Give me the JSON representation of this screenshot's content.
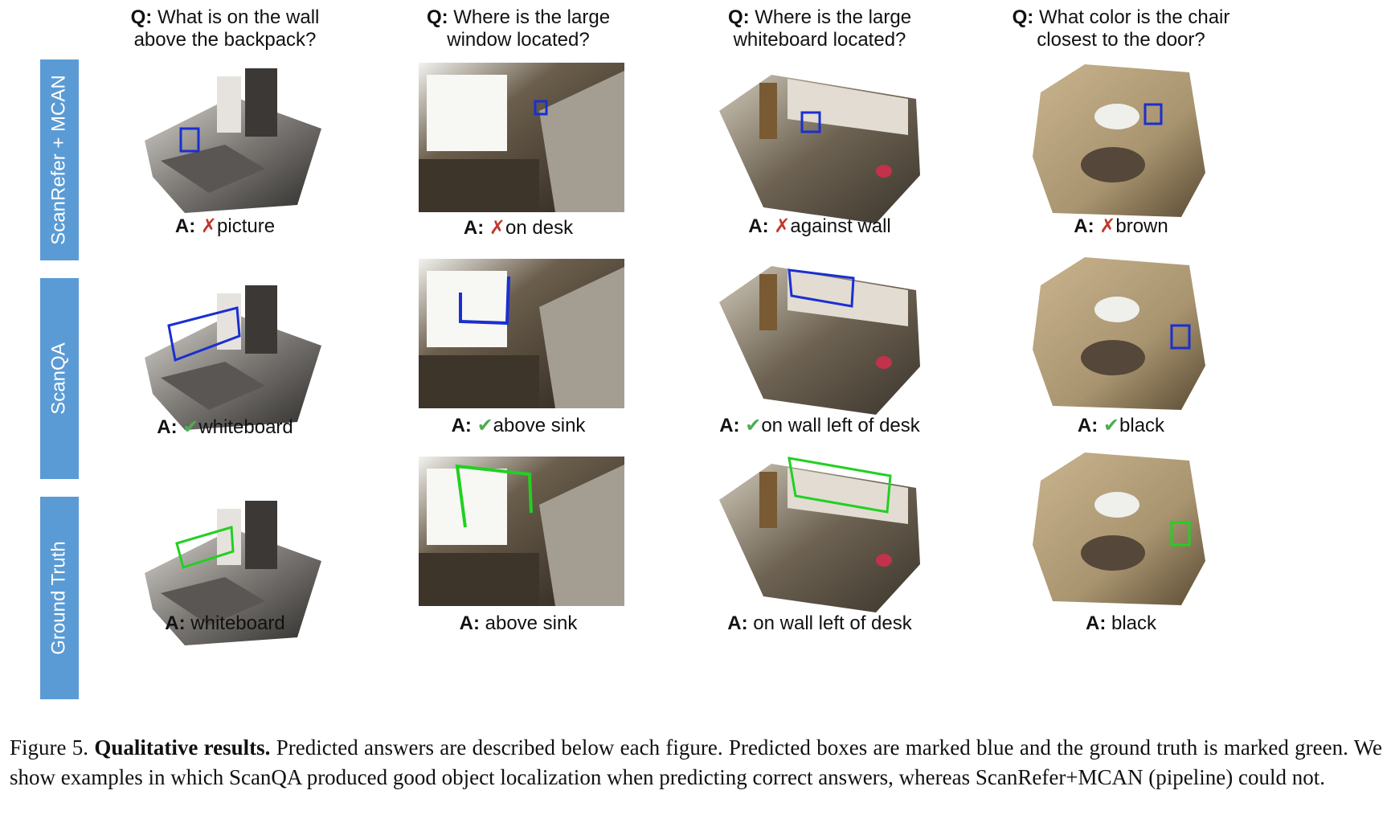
{
  "questions": [
    {
      "prefix": "Q:",
      "line1": "What is on the wall",
      "line2": "above the backpack?"
    },
    {
      "prefix": "Q:",
      "line1": "Where is the large",
      "line2": "window located?"
    },
    {
      "prefix": "Q:",
      "line1": "Where is the large",
      "line2": "whiteboard located?"
    },
    {
      "prefix": "Q:",
      "line1": "What color is the chair",
      "line2": "closest to the door?"
    }
  ],
  "rows": [
    {
      "label": "ScanRefer + MCAN",
      "box_color": "#1a2fd0",
      "answers": [
        {
          "prefix": "A:",
          "mark": "✗",
          "text": "picture"
        },
        {
          "prefix": "A:",
          "mark": "✗",
          "text": "on desk"
        },
        {
          "prefix": "A:",
          "mark": "✗",
          "text": "against wall"
        },
        {
          "prefix": "A:",
          "mark": "✗",
          "text": "brown"
        }
      ]
    },
    {
      "label": "ScanQA",
      "box_color": "#1a2fd0",
      "answers": [
        {
          "prefix": "A:",
          "mark": "✔",
          "text": "whiteboard"
        },
        {
          "prefix": "A:",
          "mark": "✔",
          "text": "above sink"
        },
        {
          "prefix": "A:",
          "mark": "✔",
          "text": "on wall left of desk"
        },
        {
          "prefix": "A:",
          "mark": "✔",
          "text": "black"
        }
      ]
    },
    {
      "label": "Ground Truth",
      "box_color": "#22d022",
      "answers": [
        {
          "prefix": "A:",
          "mark": "",
          "text": "whiteboard"
        },
        {
          "prefix": "A:",
          "mark": "",
          "text": "above sink"
        },
        {
          "prefix": "A:",
          "mark": "",
          "text": "on wall left of desk"
        },
        {
          "prefix": "A:",
          "mark": "",
          "text": "black"
        }
      ]
    }
  ],
  "caption": {
    "figure": "Figure 5.",
    "title": "Qualitative results.",
    "body": "Predicted answers are described below each figure. Predicted boxes are marked blue and the ground truth is marked green. We show examples in which ScanQA produced good object localization when predicting correct answers, whereas ScanRefer+MCAN (pipeline) could not."
  },
  "colors": {
    "label_bg": "#5b9bd5",
    "wrong_mark": "#c0392b",
    "right_mark": "#4caf50",
    "pred_box": "#1a2fd0",
    "gt_box": "#22d022"
  }
}
